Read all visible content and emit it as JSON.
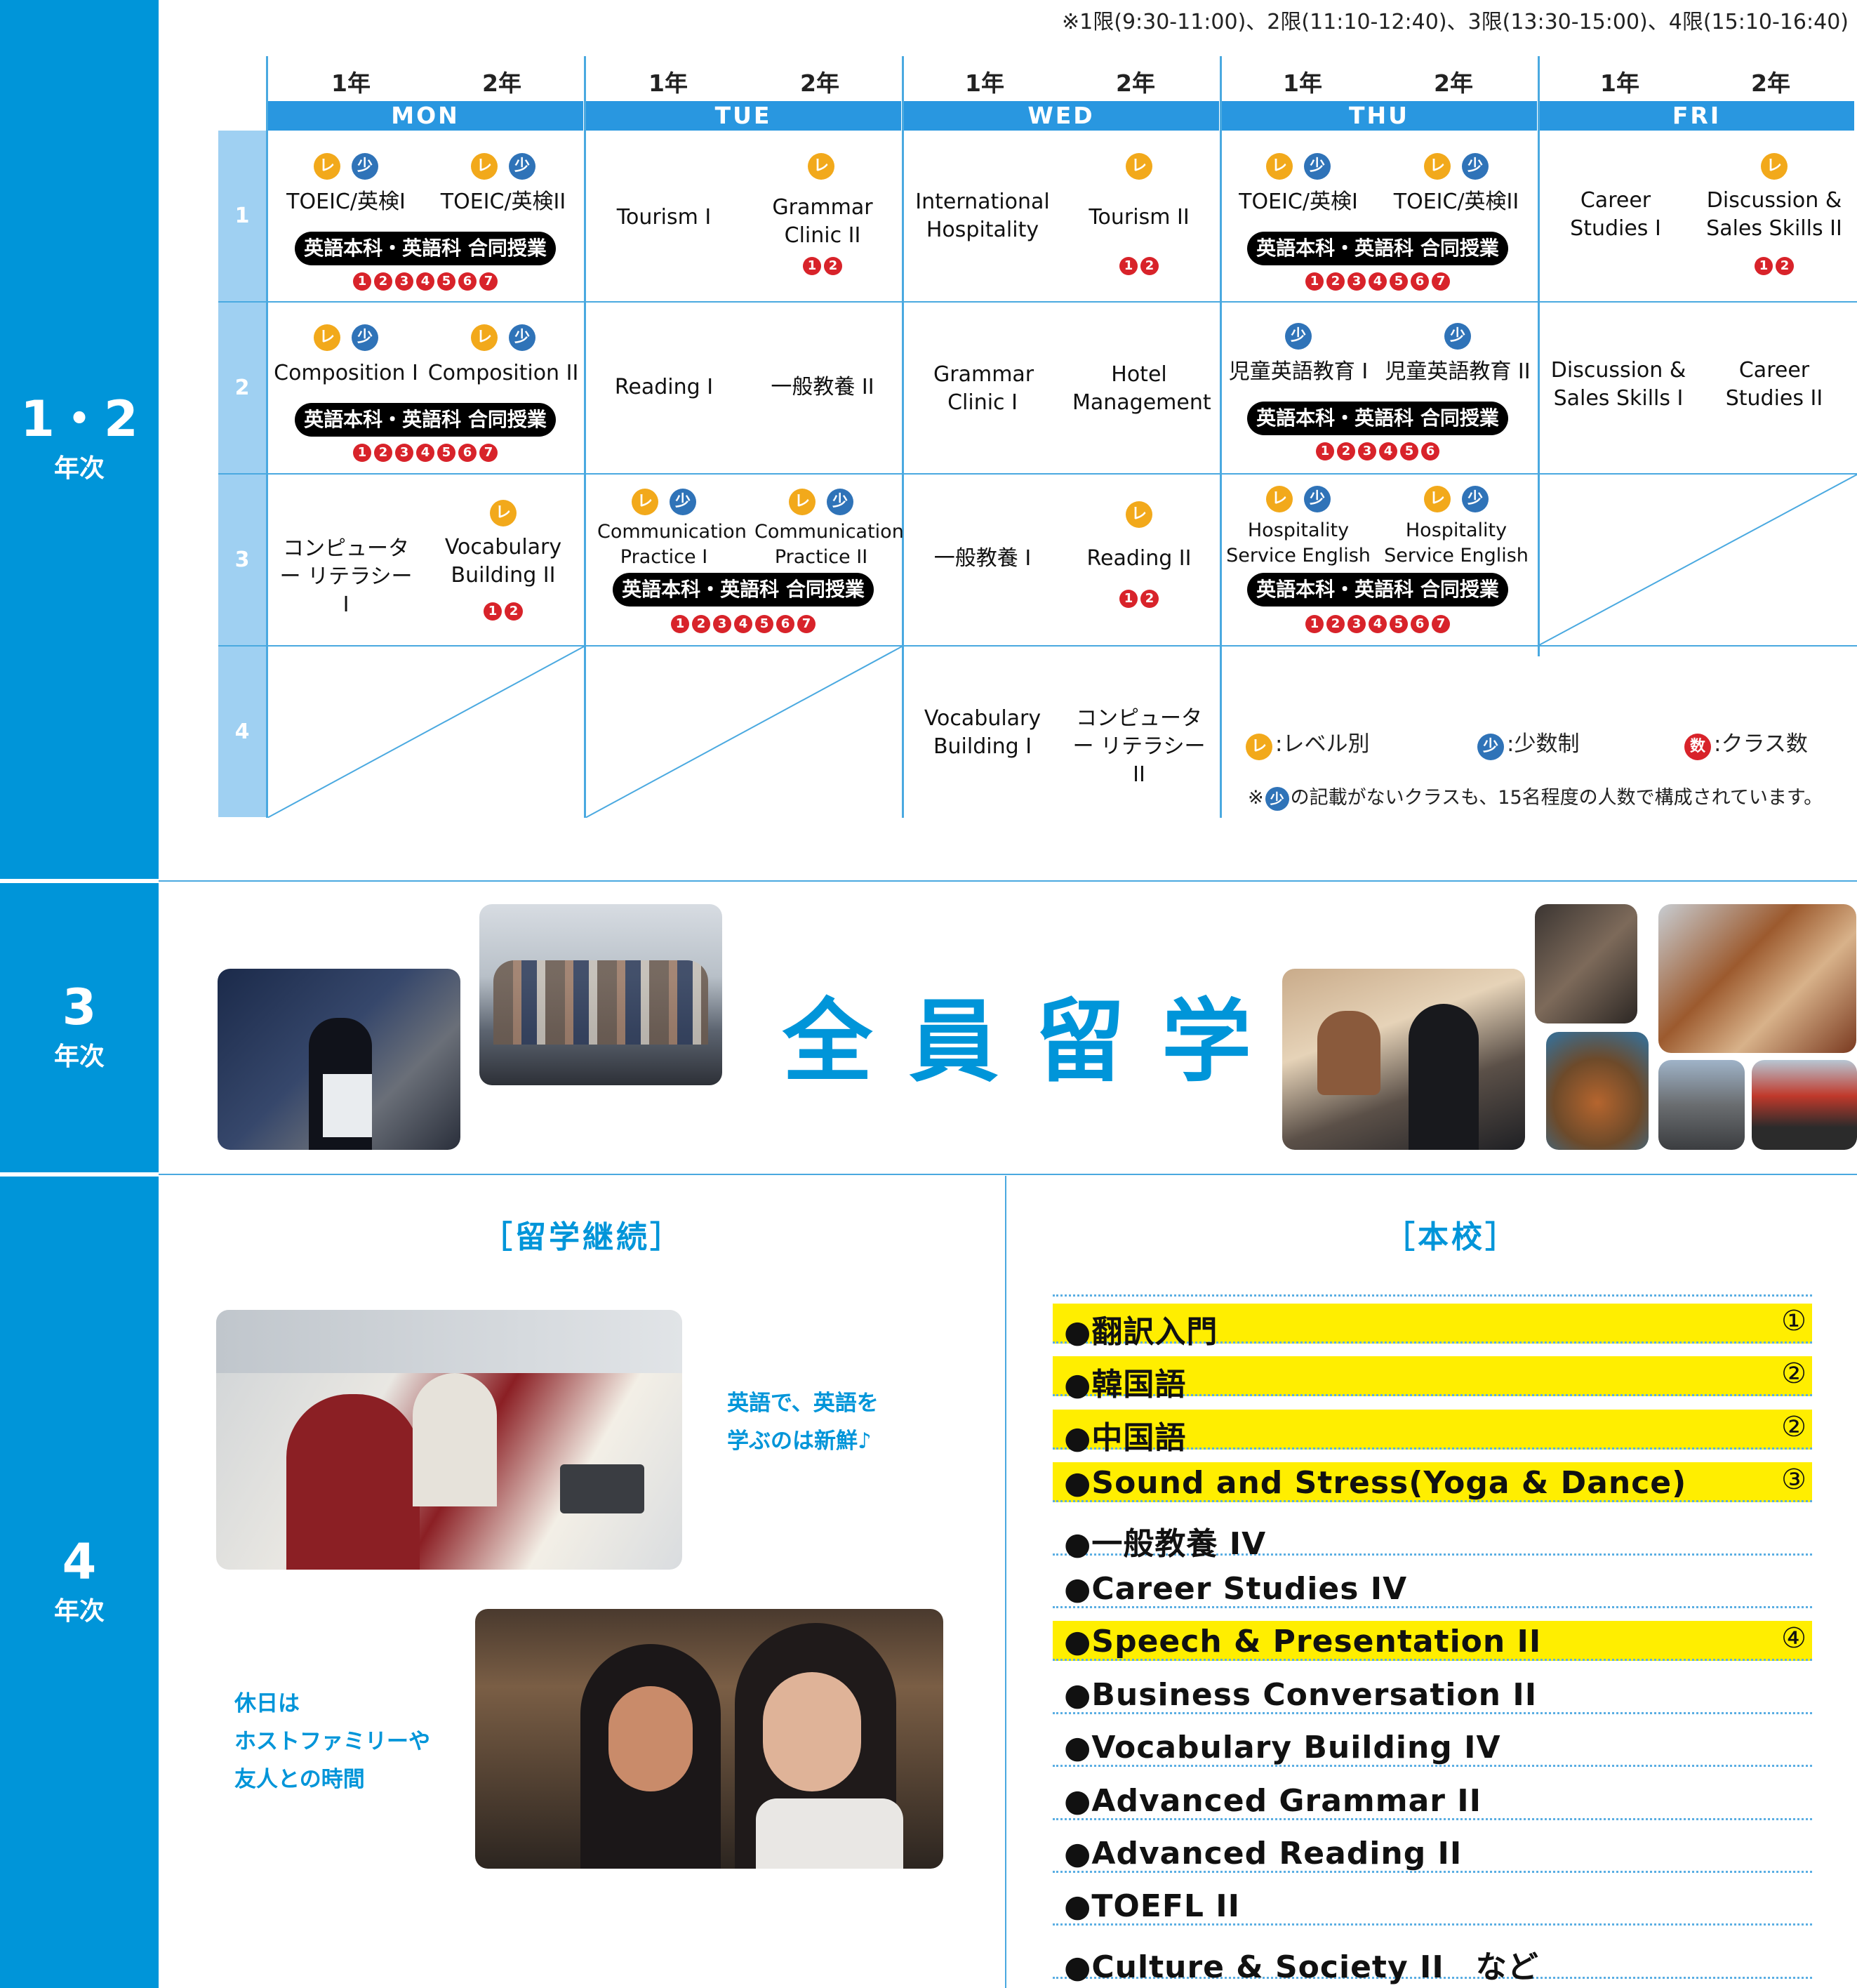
{
  "note": "※1限(9:30-11:00)、2限(11:10-12:40)、3限(13:30-15:00)、4限(15:10-16:40)",
  "years": {
    "y12": {
      "big": "1・2",
      "small": "年次"
    },
    "y3": {
      "big": "3",
      "small": "年次"
    },
    "y4": {
      "big": "4",
      "small": "年次"
    }
  },
  "year_labels": [
    "1年",
    "2年",
    "1年",
    "2年",
    "1年",
    "2年",
    "1年",
    "2年",
    "1年",
    "2年"
  ],
  "days": [
    "MON",
    "TUE",
    "WED",
    "THU",
    "FRI"
  ],
  "periods": [
    "1",
    "2",
    "3",
    "4"
  ],
  "joint_label": "英語本科・英語科 合同授業",
  "icons": {
    "level": "レ",
    "small": "少",
    "count": "数"
  },
  "classes": {
    "mon1a": "TOEIC/英検I",
    "mon1b": "TOEIC/英検II",
    "tue1a": "Tourism I",
    "tue1b": "Grammar Clinic II",
    "wed1a": "International Hospitality",
    "wed1b": "Tourism II",
    "thu1a": "TOEIC/英検I",
    "thu1b": "TOEIC/英検II",
    "fri1a": "Career Studies I",
    "fri1b": "Discussion & Sales Skills II",
    "mon2a": "Composition I",
    "mon2b": "Composition II",
    "tue2a": "Reading I",
    "tue2b": "一般教養 II",
    "wed2a": "Grammar Clinic I",
    "wed2b": "Hotel Management",
    "thu2a": "児童英語教育 I",
    "thu2b": "児童英語教育 II",
    "fri2a": "Discussion & Sales Skills I",
    "fri2b": "Career Studies II",
    "mon3a": "コンピューター リテラシー I",
    "mon3b": "Vocabulary Building II",
    "tue3a": "Communication Practice I",
    "tue3b": "Communication Practice II",
    "wed3a": "一般教養 I",
    "wed3b": "Reading II",
    "thu3a": "Hospitality Service English I",
    "thu3b": "Hospitality Service English II",
    "wed4a": "Vocabulary Building I",
    "wed4b": "コンピューター リテラシー II"
  },
  "class_nums": [
    "1",
    "2",
    "3",
    "4",
    "5",
    "6",
    "7"
  ],
  "legend": {
    "level": ":レベル別",
    "small": ":少数制",
    "count": ":クラス数",
    "note_pre": "※",
    "note_post": "の記載がないクラスも、15名程度の人数で構成されています。"
  },
  "study_abroad": "全員留学",
  "y4_left_title": "［留学継続］",
  "y4_right_title": "［本校］",
  "cap1": [
    "英語で、英語を",
    "学ぶのは新鮮♪"
  ],
  "cap2": [
    "休日は",
    "ホストファミリーや",
    "友人との時間"
  ],
  "courses": [
    {
      "name": "●翻訳入門",
      "num": "①",
      "hl": true
    },
    {
      "name": "●韓国語",
      "num": "②",
      "hl": true
    },
    {
      "name": "●中国語",
      "num": "②",
      "hl": true
    },
    {
      "name": "●Sound and Stress(Yoga & Dance)",
      "num": "③",
      "hl": true
    },
    {
      "name": "●一般教養 IV",
      "num": "",
      "hl": false
    },
    {
      "name": "●Career Studies IV",
      "num": "",
      "hl": false
    },
    {
      "name": "●Speech & Presentation II",
      "num": "④",
      "hl": true
    },
    {
      "name": "●Business Conversation II",
      "num": "",
      "hl": false
    },
    {
      "name": "●Vocabulary Building IV",
      "num": "",
      "hl": false
    },
    {
      "name": "●Advanced Grammar II",
      "num": "",
      "hl": false
    },
    {
      "name": "●Advanced Reading II",
      "num": "",
      "hl": false
    },
    {
      "name": "●TOEFL II",
      "num": "",
      "hl": false
    },
    {
      "name": "●Culture & Society II　など",
      "num": "",
      "hl": false
    }
  ]
}
